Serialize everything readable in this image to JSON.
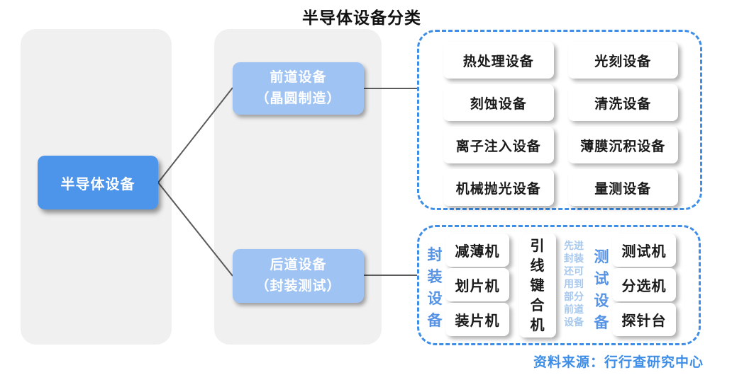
{
  "title": "半导体设备分类",
  "source": "资料来源：行行查研究中心",
  "root": {
    "label": "半导体设备"
  },
  "branches": [
    {
      "line1": "前道设备",
      "line2": "（晶圆制造）"
    },
    {
      "line1": "后道设备",
      "line2": "（封装测试）"
    }
  ],
  "front_end": {
    "items": [
      "热处理设备",
      "光刻设备",
      "刻蚀设备",
      "清洗设备",
      "离子注入设备",
      "薄膜沉积设备",
      "机械抛光设备",
      "量测设备"
    ]
  },
  "back_end": {
    "packaging_label": "封装设备",
    "packaging_items": [
      "减薄机",
      "划片机",
      "装片机"
    ],
    "wire_bonder_label": "引线键合机",
    "note": "先进封装还可用到部分前道设备",
    "testing_label": "测试设备",
    "testing_items": [
      "测试机",
      "分选机",
      "探针台"
    ]
  },
  "colors": {
    "accent": "#3E8EE8",
    "root_fill": "#4D95EB",
    "branch_fill": "#9FC3F2",
    "vertical_label": "#5693E5",
    "note_text": "#A6C8EE",
    "panel_bg": "#F0F0F0",
    "connector": "#5A5A5A"
  }
}
